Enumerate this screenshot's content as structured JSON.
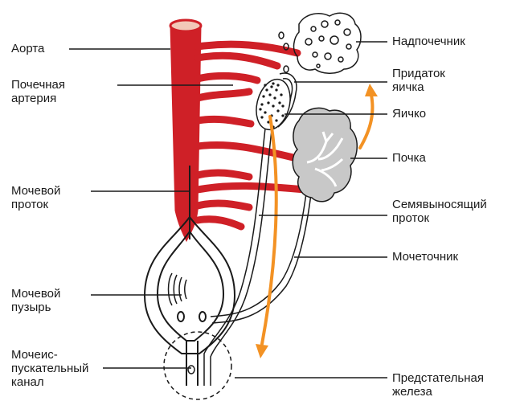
{
  "colors": {
    "artery": "#cf2027",
    "arrow": "#f39224",
    "kidney": "#c8c8c8",
    "line": "#1a1a1a"
  },
  "labels": {
    "left": {
      "aorta": "Аорта",
      "renal_artery": "Почечная\nартерия",
      "urinary_duct": "Мочевой\nпроток",
      "bladder": "Мочевой\nпузырь",
      "urogenital_canal": "Мочеис-\nпускательный\nканал"
    },
    "right": {
      "adrenal": "Надпочечник",
      "epididymis": "Придаток\nяичка",
      "testis": "Яичко",
      "kidney": "Почка",
      "vas_deferens": "Семявыносящий\nпроток",
      "ureter": "Мочеточник",
      "prostate": "Предстательная\nжелеза"
    }
  }
}
